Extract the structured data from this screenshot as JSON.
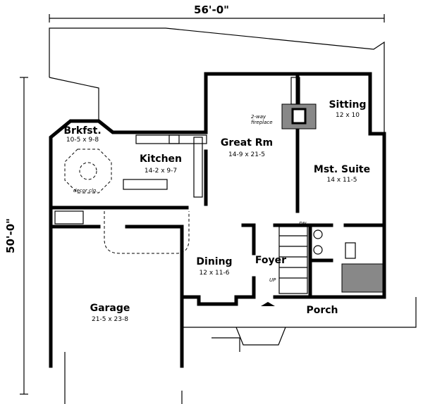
{
  "overall": {
    "width": "56'-0\"",
    "depth": "50'-0\""
  },
  "rooms": [
    {
      "id": "brkfst",
      "name": "Brkfst.",
      "size": "10-5 x 9-8"
    },
    {
      "id": "kitchen",
      "name": "Kitchen",
      "size": "14-2 x 9-7"
    },
    {
      "id": "great-rm",
      "name": "Great Rm",
      "size": "14-9 x 21-5"
    },
    {
      "id": "sitting",
      "name": "Sitting",
      "size": "12 x 10"
    },
    {
      "id": "mst-suite",
      "name": "Mst. Suite",
      "size": "14 x 11-5"
    },
    {
      "id": "dining",
      "name": "Dining",
      "size": "12 x 11-6"
    },
    {
      "id": "foyer",
      "name": "Foyer",
      "size": ""
    },
    {
      "id": "garage",
      "name": "Garage",
      "size": "21-5 x 23-8"
    },
    {
      "id": "porch",
      "name": "Porch",
      "size": ""
    }
  ],
  "notes": {
    "fireplace_1": "2-way",
    "fireplace_2": "fireplace",
    "ceiling": "decor clg.",
    "stair_down": "DN",
    "stair_up": "UP"
  },
  "colors": {
    "ink": "#000000",
    "background": "#ffffff"
  }
}
